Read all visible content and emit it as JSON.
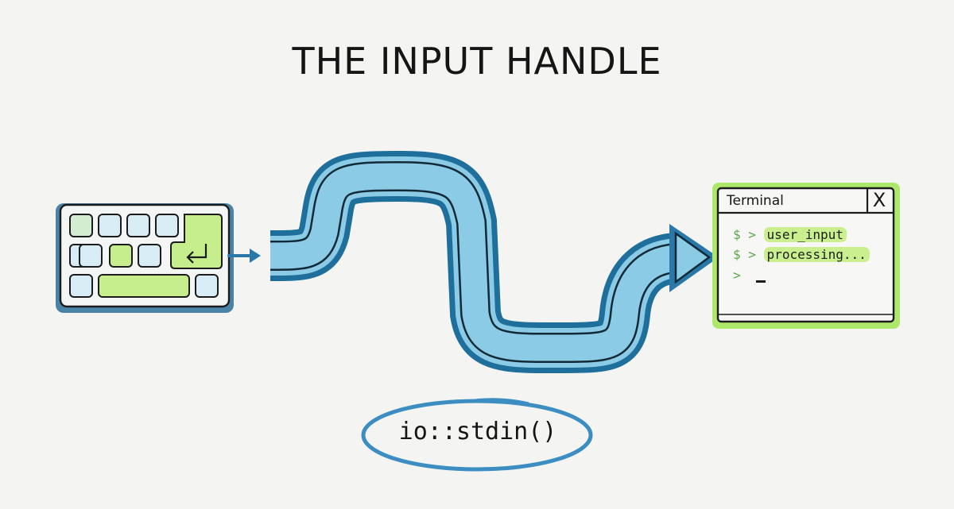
{
  "title": "THE INPUT HANDLE",
  "terminal": {
    "window_title": "Terminal",
    "close_glyph": "X",
    "lines": [
      {
        "prompt": "$ >",
        "text": "user_input"
      },
      {
        "prompt": "$ >",
        "text": "processing..."
      },
      {
        "prompt": ">",
        "text": ""
      }
    ]
  },
  "stdin_label": "io::stdin()",
  "colors": {
    "pipe_fill": "#8ccbe5",
    "pipe_outline": "#1e6f9c",
    "pipe_inner_line": "#122a38",
    "keyboard_outline": "#1f4f6e",
    "key_fill": "#d7ecf4",
    "key_highlight": "#c6ee8d",
    "terminal_glow": "#aee86a",
    "ellipse_stroke": "#3c8ec2"
  },
  "icons": [
    "keyboard-icon",
    "return-key-icon",
    "arrow-right-icon",
    "close-icon"
  ]
}
